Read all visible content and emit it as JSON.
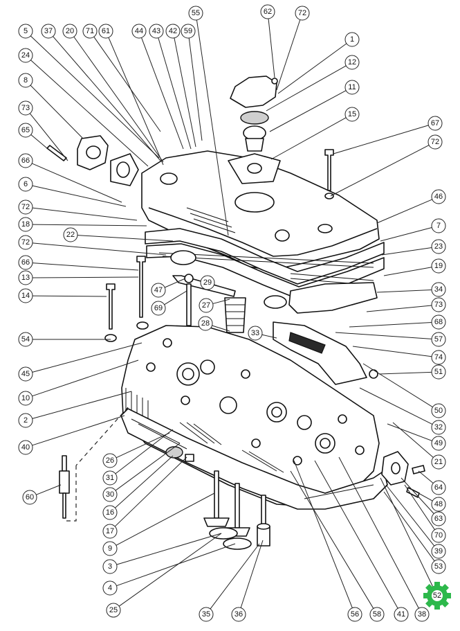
{
  "diagram": {
    "callouts": [
      {
        "label": "55"
      },
      {
        "label": "62"
      },
      {
        "label": "72"
      },
      {
        "label": "5"
      },
      {
        "label": "37"
      },
      {
        "label": "20"
      },
      {
        "label": "71"
      },
      {
        "label": "61"
      },
      {
        "label": "44"
      },
      {
        "label": "43"
      },
      {
        "label": "42"
      },
      {
        "label": "59"
      },
      {
        "label": "1"
      },
      {
        "label": "24"
      },
      {
        "label": "12"
      },
      {
        "label": "8"
      },
      {
        "label": "11"
      },
      {
        "label": "73"
      },
      {
        "label": "15"
      },
      {
        "label": "65"
      },
      {
        "label": "67"
      },
      {
        "label": "72"
      },
      {
        "label": "66"
      },
      {
        "label": "6"
      },
      {
        "label": "72"
      },
      {
        "label": "46"
      },
      {
        "label": "18"
      },
      {
        "label": "7"
      },
      {
        "label": "22"
      },
      {
        "label": "72"
      },
      {
        "label": "23"
      },
      {
        "label": "66"
      },
      {
        "label": "19"
      },
      {
        "label": "13"
      },
      {
        "label": "47"
      },
      {
        "label": "29"
      },
      {
        "label": "34"
      },
      {
        "label": "14"
      },
      {
        "label": "69"
      },
      {
        "label": "73"
      },
      {
        "label": "27"
      },
      {
        "label": "68"
      },
      {
        "label": "28"
      },
      {
        "label": "54"
      },
      {
        "label": "33"
      },
      {
        "label": "57"
      },
      {
        "label": "74"
      },
      {
        "label": "45"
      },
      {
        "label": "51"
      },
      {
        "label": "10"
      },
      {
        "label": "50"
      },
      {
        "label": "2"
      },
      {
        "label": "32"
      },
      {
        "label": "49"
      },
      {
        "label": "40"
      },
      {
        "label": "21"
      },
      {
        "label": "26"
      },
      {
        "label": "64"
      },
      {
        "label": "31"
      },
      {
        "label": "48"
      },
      {
        "label": "30"
      },
      {
        "label": "60"
      },
      {
        "label": "63"
      },
      {
        "label": "16"
      },
      {
        "label": "70"
      },
      {
        "label": "17"
      },
      {
        "label": "39"
      },
      {
        "label": "9"
      },
      {
        "label": "53"
      },
      {
        "label": "3"
      },
      {
        "label": "4"
      },
      {
        "label": "25"
      },
      {
        "label": "35"
      },
      {
        "label": "36"
      },
      {
        "label": "56"
      },
      {
        "label": "58"
      },
      {
        "label": "41"
      },
      {
        "label": "38"
      },
      {
        "label": "52"
      }
    ],
    "badge_icon": "gear-badge-icon",
    "accent_color": "#2db84b"
  }
}
